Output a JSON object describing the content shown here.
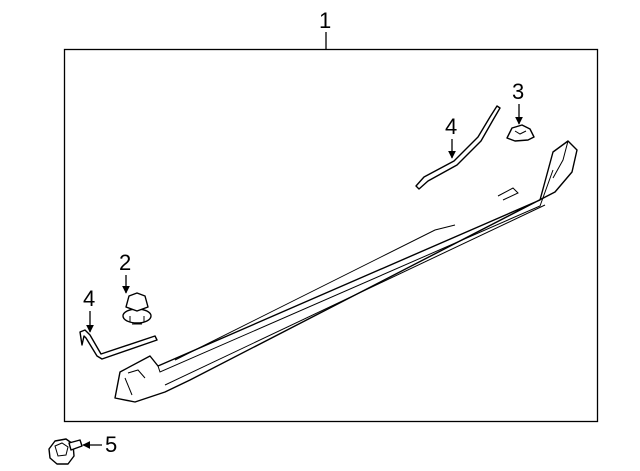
{
  "diagram": {
    "callouts": {
      "c1": "1",
      "c2": "2",
      "c3": "3",
      "c4_upper": "4",
      "c4_lower": "4",
      "c5": "5"
    }
  }
}
